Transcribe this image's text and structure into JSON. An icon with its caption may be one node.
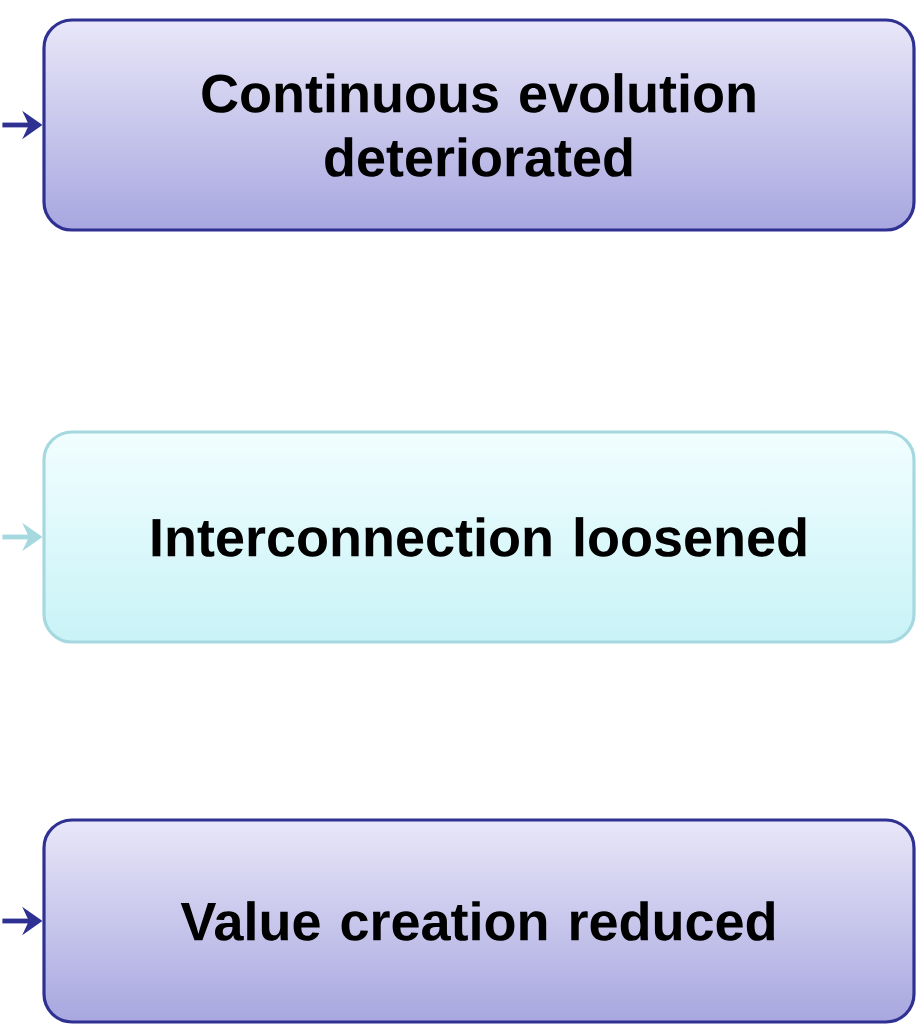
{
  "diagram": {
    "nodes": [
      {
        "text": [
          "Continuous evolution deteriorated"
        ]
      },
      {
        "text": [
          "Interconnection loosened"
        ]
      },
      {
        "text": [
          "Value creation reduced"
        ]
      }
    ],
    "edges": [
      {
        "from": null,
        "to": 0,
        "arrow": "to"
      },
      {
        "from": null,
        "to": 1,
        "arrow": "to",
        "color": "#a6d8df"
      },
      {
        "from": null,
        "to": 2,
        "arrow": "to"
      }
    ]
  }
}
